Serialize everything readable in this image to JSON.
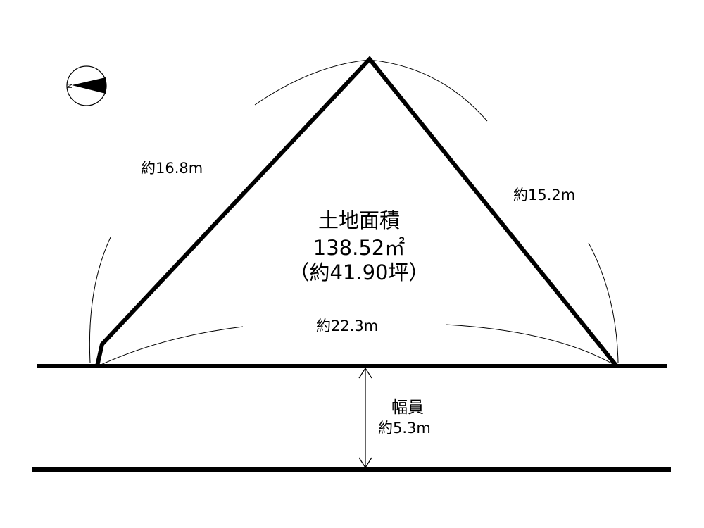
{
  "diagram": {
    "title": "土地面積",
    "area_sqm": "138.52㎡",
    "area_tsubo": "（約41.90坪）",
    "edges": {
      "left": "約16.8m",
      "right": "約15.2m",
      "base": "約22.3m"
    },
    "road": {
      "label": "幅員",
      "width": "約5.3m"
    },
    "compass": {
      "north_letter": "N",
      "icon": "north-arrow-icon"
    },
    "colors": {
      "ink": "#000000",
      "background": "#ffffff"
    }
  }
}
